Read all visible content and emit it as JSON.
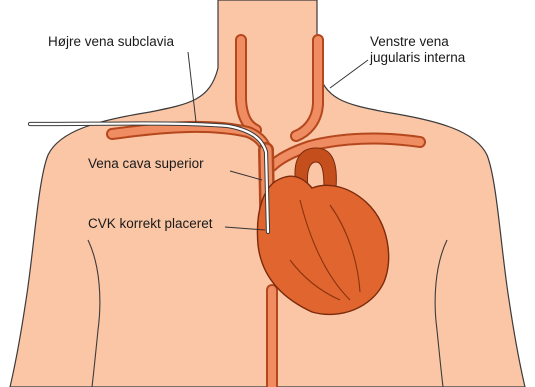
{
  "labels": {
    "right_subclavian_vein": "Højre vena subclavia",
    "left_internal_jugular_vein": "Venstre vena\njugularis interna",
    "superior_vena_cava": "Vena cava superior",
    "cvc_correctly_placed": "CVK korrekt placeret"
  },
  "colors": {
    "background": "#ffffff",
    "skin": "#fbc6a6",
    "outline": "#3b3b3b",
    "vessel_fill": "#ef8c62",
    "vessel_stroke": "#b5471d",
    "heart": "#e0652e",
    "heart_dark": "#c44f1c",
    "catheter": "#ffffff"
  }
}
